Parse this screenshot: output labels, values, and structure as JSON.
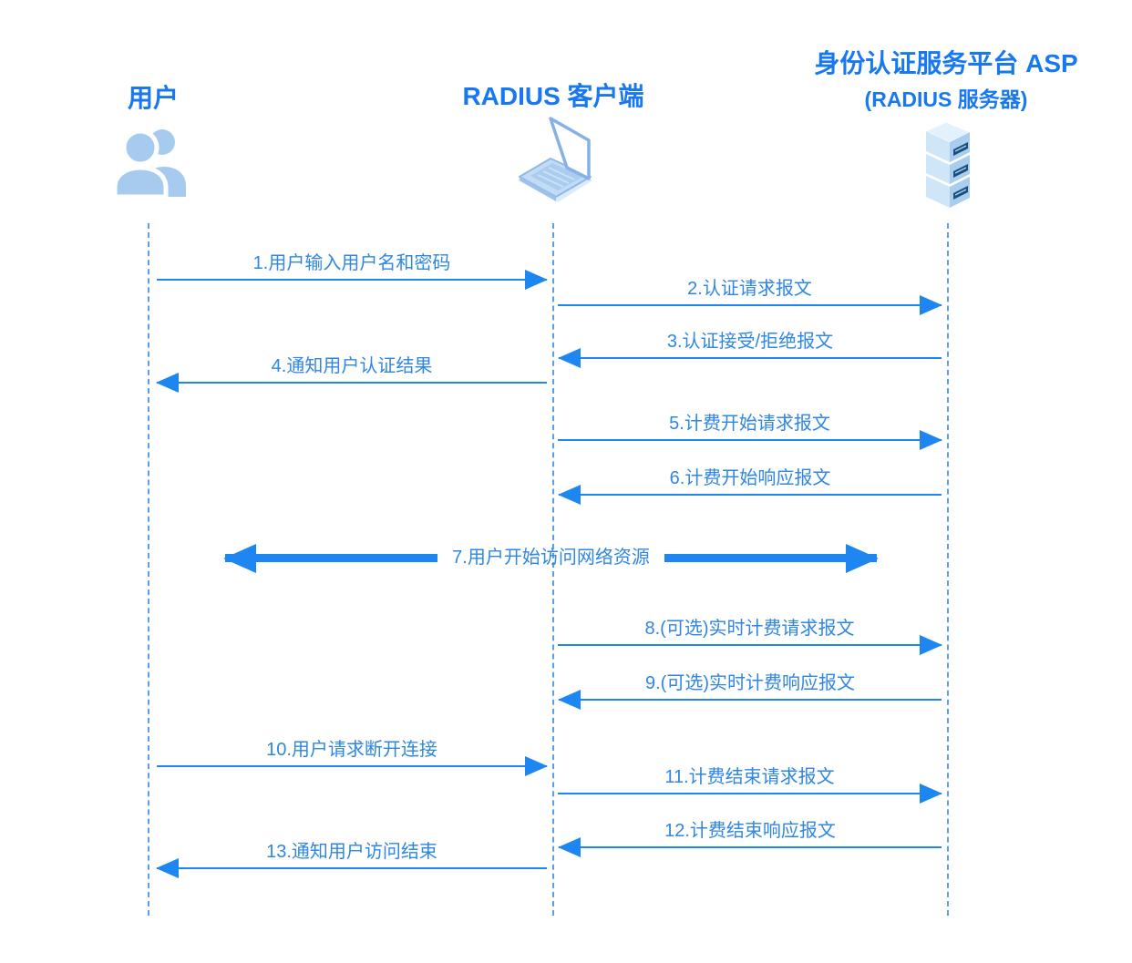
{
  "actors": [
    {
      "name": "用户",
      "icon": "users-icon"
    },
    {
      "name": "RADIUS 客户端",
      "icon": "laptop-icon"
    },
    {
      "name": "身份认证服务平台 ASP",
      "subtitle": "(RADIUS 服务器)",
      "icon": "server-icon"
    }
  ],
  "messages": [
    {
      "label": "1.用户输入用户名和密码",
      "from": "用户",
      "to": "RADIUS 客户端",
      "direction": "right"
    },
    {
      "label": "2.认证请求报文",
      "from": "RADIUS 客户端",
      "to": "RADIUS 服务器",
      "direction": "right"
    },
    {
      "label": "3.认证接受/拒绝报文",
      "from": "RADIUS 服务器",
      "to": "RADIUS 客户端",
      "direction": "left"
    },
    {
      "label": "4.通知用户认证结果",
      "from": "RADIUS 客户端",
      "to": "用户",
      "direction": "left"
    },
    {
      "label": "5.计费开始请求报文",
      "from": "RADIUS 客户端",
      "to": "RADIUS 服务器",
      "direction": "right"
    },
    {
      "label": "6.计费开始响应报文",
      "from": "RADIUS 服务器",
      "to": "RADIUS 客户端",
      "direction": "left"
    },
    {
      "label": "7.用户开始访问网络资源",
      "from": "用户",
      "to": "RADIUS 服务器",
      "direction": "both"
    },
    {
      "label": "8.(可选)实时计费请求报文",
      "from": "RADIUS 客户端",
      "to": "RADIUS 服务器",
      "direction": "right"
    },
    {
      "label": "9.(可选)实时计费响应报文",
      "from": "RADIUS 服务器",
      "to": "RADIUS 客户端",
      "direction": "left"
    },
    {
      "label": "10.用户请求断开连接",
      "from": "用户",
      "to": "RADIUS 客户端",
      "direction": "right"
    },
    {
      "label": "11.计费结束请求报文",
      "from": "RADIUS 客户端",
      "to": "RADIUS 服务器",
      "direction": "right"
    },
    {
      "label": "12.计费结束响应报文",
      "from": "RADIUS 服务器",
      "to": "RADIUS 客户端",
      "direction": "left"
    },
    {
      "label": "13.通知用户访问结束",
      "from": "RADIUS 客户端",
      "to": "用户",
      "direction": "left"
    }
  ],
  "colors": {
    "header_text": "#1778F2",
    "message_text": "#2F86E3",
    "arrow": "#1E86F0",
    "lifeline": "#5C9EEA",
    "icon_fill": "#A7CBEE"
  }
}
